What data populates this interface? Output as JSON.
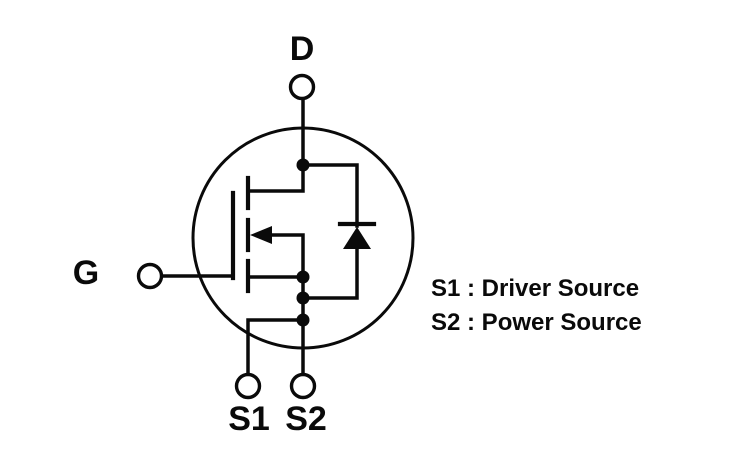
{
  "diagram": {
    "type": "circuit-schematic",
    "colors": {
      "ink": "#0a0a0a",
      "background": "#ffffff"
    },
    "terminals": {
      "drain_label": "D",
      "gate_label": "G",
      "source1_label": "S1",
      "source2_label": "S2"
    },
    "legend": {
      "line1": "S1 : Driver Source",
      "line2": "S2 : Power Source"
    },
    "icons": {
      "envelope": "transistor-package-circle",
      "transistor": "n-channel-mosfet-symbol",
      "diode": "body-diode"
    }
  }
}
